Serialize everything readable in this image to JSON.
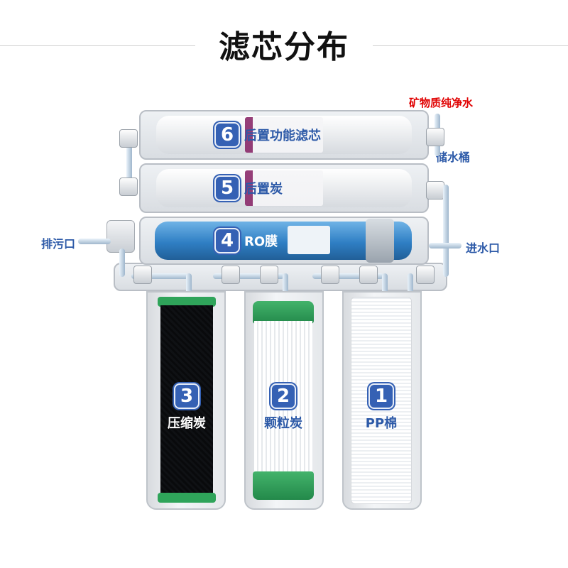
{
  "title": "滤芯分布",
  "labels": {
    "mineral_water": "矿物质纯净水",
    "storage_tank": "储水桶",
    "inlet": "进水口",
    "drain": "排污口"
  },
  "filters": [
    {
      "num": "6",
      "name": "后置功能滤芯"
    },
    {
      "num": "5",
      "name": "后置炭"
    },
    {
      "num": "4",
      "name": "RO膜"
    },
    {
      "num": "3",
      "name": "压缩炭"
    },
    {
      "num": "2",
      "name": "颗粒炭"
    },
    {
      "num": "1",
      "name": "PP棉"
    }
  ],
  "colors": {
    "accent": "#3561b4",
    "label": "#2d5aa8",
    "highlight": "#e00000"
  }
}
